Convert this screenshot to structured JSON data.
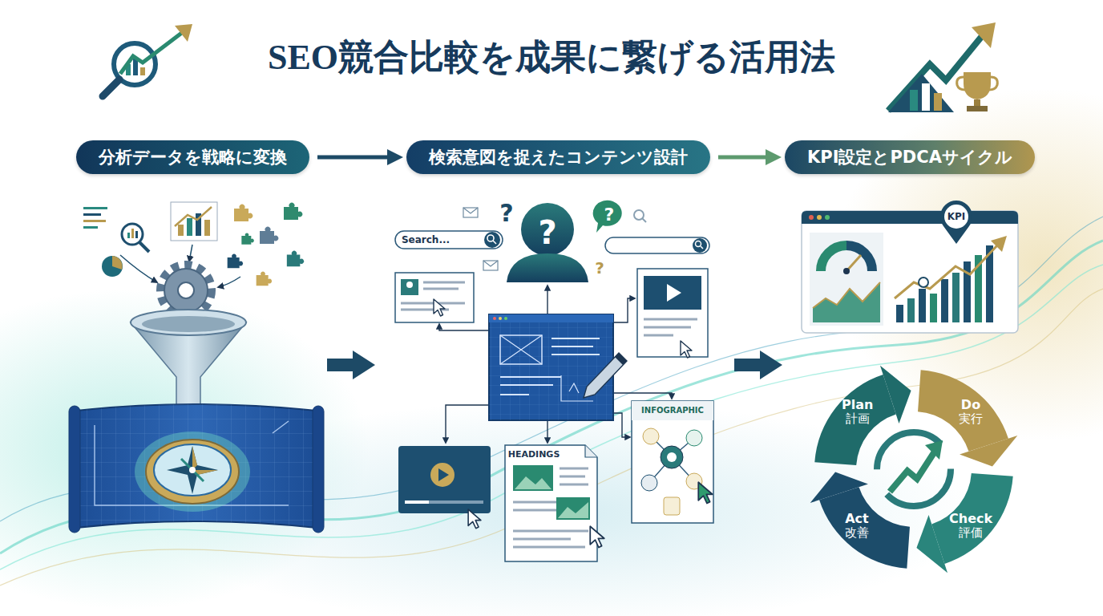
{
  "diagram": {
    "title": "SEO競合比較を成果に繋げる活用法",
    "nodes": [
      {
        "text": [
          "分析データを戦略に変換"
        ]
      },
      {
        "text": [
          "検索意図を捉えたコンテンツ設計"
        ]
      },
      {
        "text": [
          "KPI設定とPDCAサイクル"
        ]
      },
      {
        "text": [
          "Plan",
          "計画"
        ]
      },
      {
        "text": [
          "Do",
          "実行"
        ]
      },
      {
        "text": [
          "Check",
          "評価"
        ]
      },
      {
        "text": [
          "Act",
          "改善"
        ]
      }
    ],
    "edges": [
      {
        "from": 0,
        "to": 1,
        "arrow": "to"
      },
      {
        "from": 1,
        "to": 2,
        "arrow": "to"
      }
    ],
    "labels": [
      "Search...",
      "HEADINGS",
      "INFOGRAPHIC",
      "KPI",
      "?",
      "?",
      "?",
      "?"
    ]
  }
}
